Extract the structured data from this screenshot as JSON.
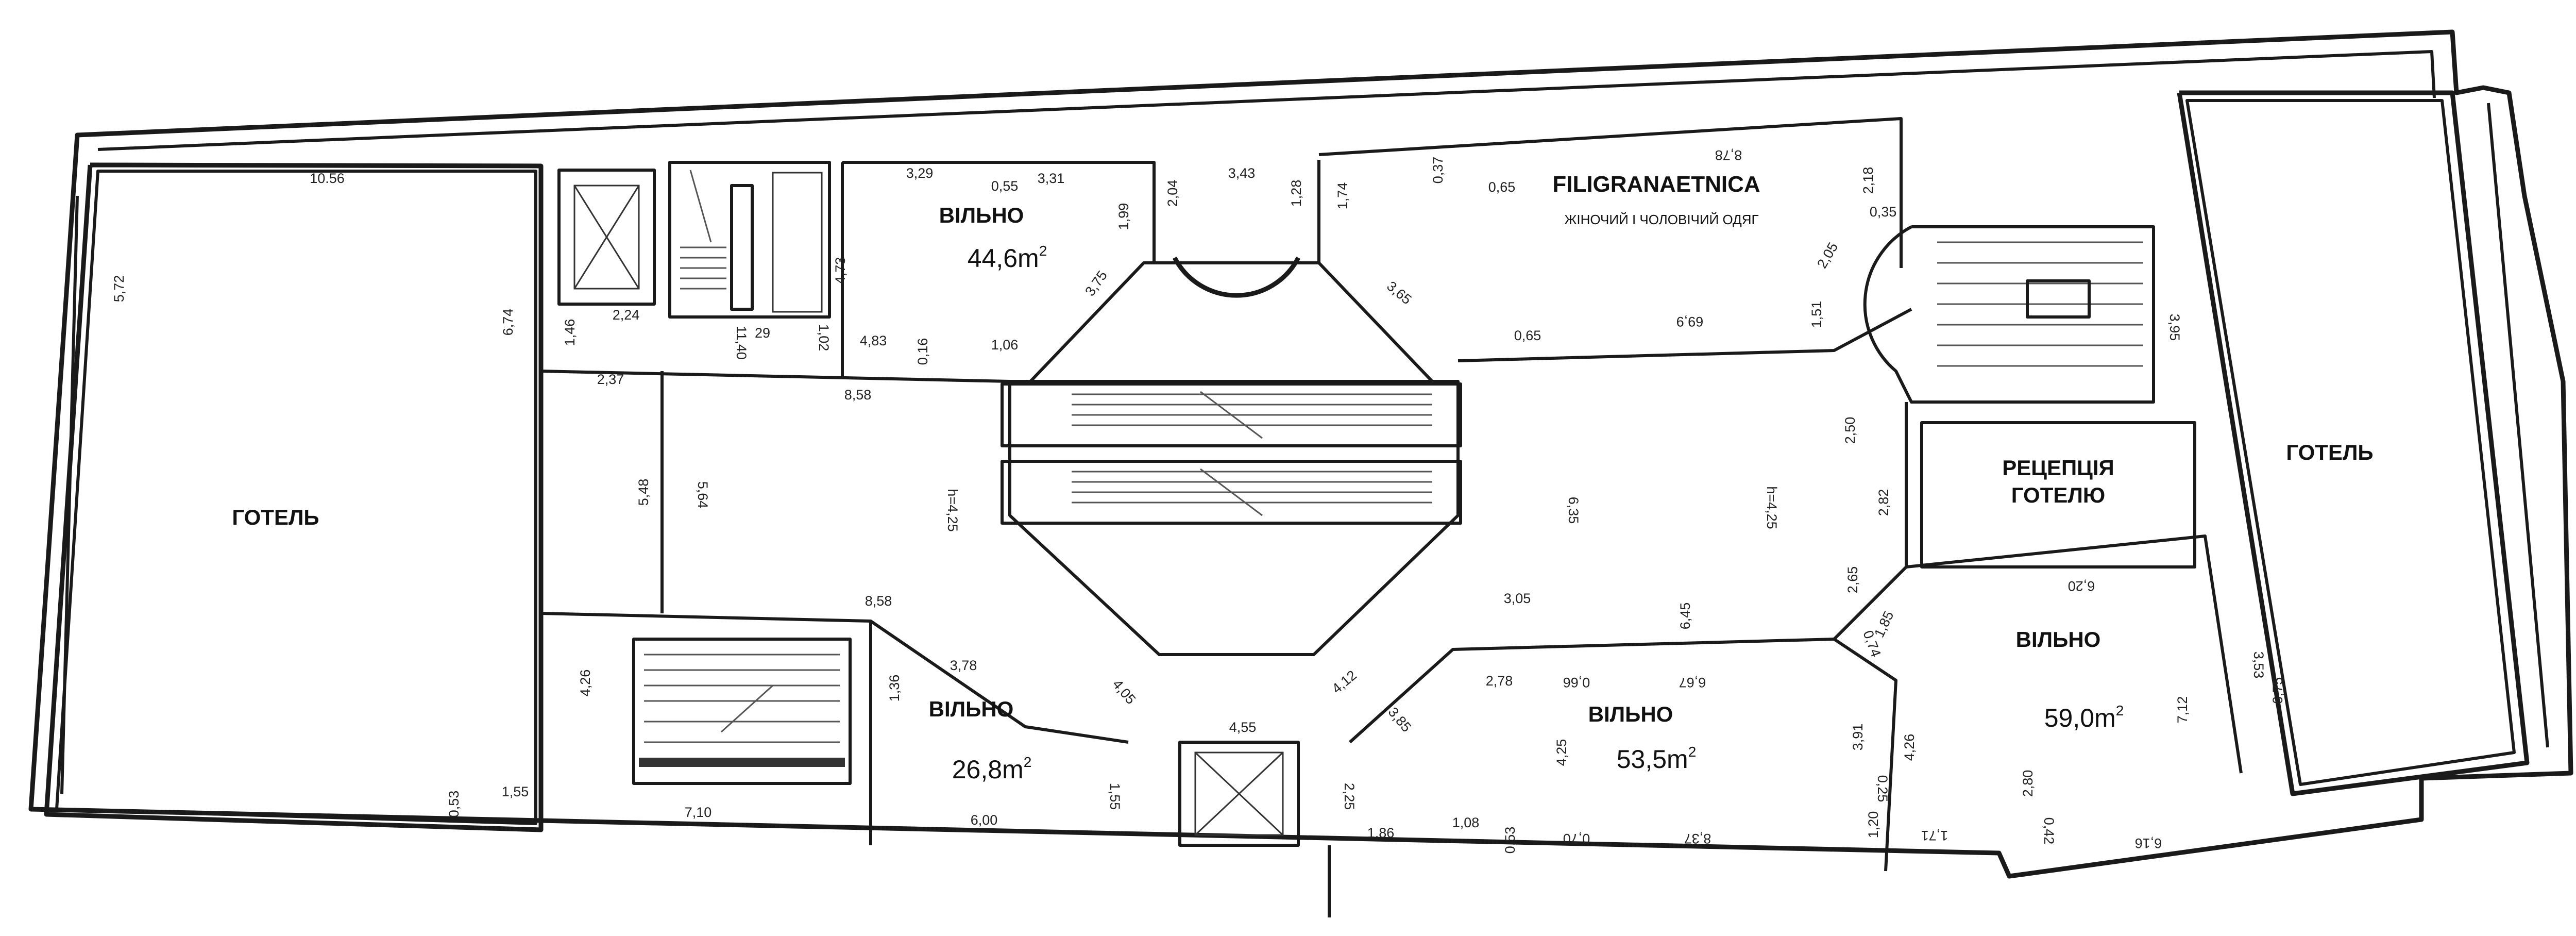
{
  "rooms": {
    "hotel_left": {
      "label": "ГОТЕЛЬ"
    },
    "hotel_right": {
      "label": "ГОТЕЛЬ"
    },
    "reception": {
      "line1": "РЕЦЕПЦІЯ",
      "line2": "ГОТЕЛЮ"
    },
    "free_top": {
      "label": "ВІЛЬНО",
      "area": "44,6m",
      "sup": "2"
    },
    "free_bottom_left": {
      "label": "ВІЛЬНО",
      "area": "26,8m",
      "sup": "2"
    },
    "free_bottom_mid": {
      "label": "ВІЛЬНО",
      "area": "53,5m",
      "sup": "2"
    },
    "free_bottom_right": {
      "label": "ВІЛЬНО",
      "area": "59,0m",
      "sup": "2"
    },
    "filigrana": {
      "title": "FILIGRANAETNICA",
      "subtitle": "ЖІНОЧИЙ І ЧОЛОВІЧИЙ ОДЯГ"
    }
  },
  "dimensions": {
    "d10_56": "10.56",
    "d5_72": "5,72",
    "d6_74": "6,74",
    "d3_29": "3,29",
    "d0_55": "0,55",
    "d3_31": "3,31",
    "d2_04": "2,04",
    "d3_43": "3,43",
    "d1_28": "1,28",
    "d1_74": "1,74",
    "d0_37": "0,37",
    "d0_65a": "0,65",
    "d8_78": "8,78",
    "d2_18": "2,18",
    "d1_99": "1,99",
    "d4_73": "4,73",
    "d3_75": "3,75",
    "d3_65": "3,65",
    "d0_35": "0,35",
    "d2_05": "2,05",
    "d69_9": "69,9",
    "d1_51": "1,51",
    "d0_65b": "0,65",
    "d3_95": "3,95",
    "d1_46": "1,46",
    "d2_24": "2,24",
    "d11_40": "11,40",
    "d29": "29",
    "d1_02": "1,02",
    "d4_83": "4,83",
    "d0_16": "0,16",
    "d1_06": "1,06",
    "d2_37": "2,37",
    "d8_58a": "8,58",
    "d5_48": "5,48",
    "d5_64": "5,64",
    "dh4_25": "h=4,25",
    "d6_35": "6,35",
    "dh4_25b": "h=4,25",
    "d2_50": "2,50",
    "d2_82": "2,82",
    "d8_58b": "8,58",
    "d3_05": "3,05",
    "d6_45": "6,45",
    "d2_65": "2,65",
    "d1_85": "1,85",
    "d0_74": "0,74",
    "d6_20": "6,20",
    "d4_26a": "4,26",
    "d3_78": "3,78",
    "d1_36": "1,36",
    "d4_05": "4,05",
    "d4_12": "4,12",
    "d2_78": "2,78",
    "d0_66": "0,66",
    "d6_67": "6,67",
    "d3_53": "3,53",
    "d3_85": "3,85",
    "d4_25c": "4,25",
    "d3_91": "3,91",
    "d4_26b": "4,26",
    "d7_12": "7,12",
    "d6_75": "6,75",
    "d4_55": "4,55",
    "d1_55a": "1,55",
    "d2_25": "2,25",
    "d1_55b": "1,55",
    "d0_53a": "0,53",
    "d7_10": "7,10",
    "d6_00": "6,00",
    "d1_86": "1,86",
    "d1_08": "1,08",
    "d0_53b": "0,53",
    "d0_70": "0,70",
    "d8_37": "8,37",
    "d1_20": "1,20",
    "d0_25": "0,25",
    "d1_71": "1,71",
    "d2_80": "2,80",
    "d0_42": "0,42",
    "d6_16": "6,16"
  }
}
